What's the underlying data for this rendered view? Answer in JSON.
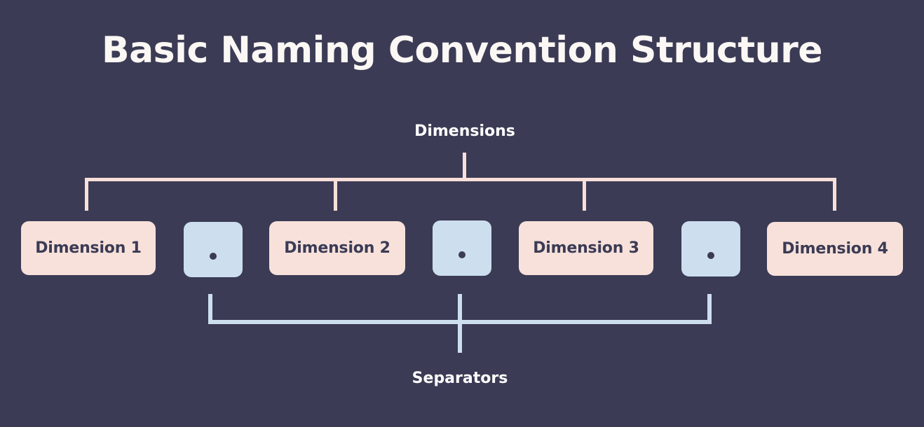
{
  "page": {
    "title": "Basic Naming Convention Structure",
    "background_color": "#3b3b55",
    "title_color": "#fbf7f4"
  },
  "groups": {
    "dimensions": {
      "label": "Dimensions",
      "color": "#f8e0d9"
    },
    "separators": {
      "label": "Separators",
      "color": "#cddeef"
    }
  },
  "nodes": [
    {
      "kind": "dimension",
      "label": "Dimension 1"
    },
    {
      "kind": "separator",
      "label": "."
    },
    {
      "kind": "dimension",
      "label": "Dimension 2"
    },
    {
      "kind": "separator",
      "label": "."
    },
    {
      "kind": "dimension",
      "label": "Dimension 3"
    },
    {
      "kind": "separator",
      "label": "."
    },
    {
      "kind": "dimension",
      "label": "Dimension 4"
    }
  ],
  "colors": {
    "dimension_box": "#f7e1da",
    "separator_box": "#cddeef",
    "box_text": "#3b3b55",
    "label_text": "#ffffff"
  }
}
